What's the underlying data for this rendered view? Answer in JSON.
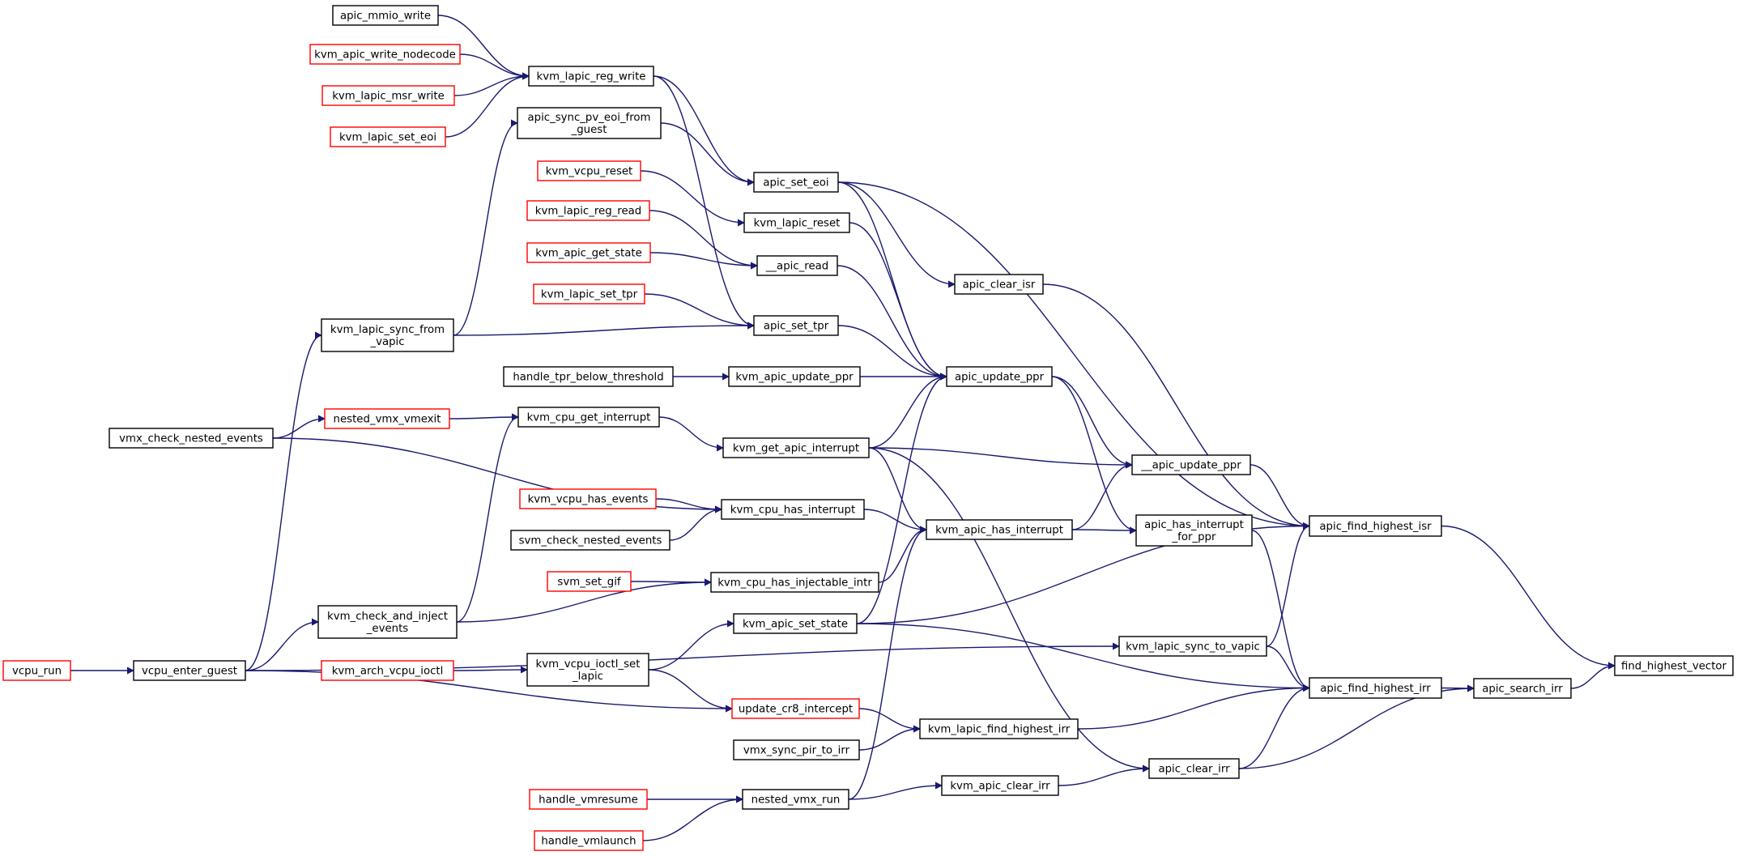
{
  "colors": {
    "edge": "#191970",
    "node_border_default": "#000000",
    "node_border_truncated": "#ff0000",
    "root_fill": "#bfbfbf",
    "node_fill": "#ffffff",
    "background": "#ffffff"
  },
  "nodes": [
    {
      "id": "find_highest_vector",
      "lines": [
        "find_highest_vector"
      ],
      "style": "root"
    },
    {
      "id": "apic_search_irr",
      "lines": [
        "apic_search_irr"
      ],
      "style": "default"
    },
    {
      "id": "apic_find_highest_isr",
      "lines": [
        "apic_find_highest_isr"
      ],
      "style": "default"
    },
    {
      "id": "apic_find_highest_irr",
      "lines": [
        "apic_find_highest_irr"
      ],
      "style": "default"
    },
    {
      "id": "apic_clear_irr",
      "lines": [
        "apic_clear_irr"
      ],
      "style": "default"
    },
    {
      "id": "apic_has_interrupt_for_ppr",
      "lines": [
        "apic_has_interrupt",
        "_for_ppr"
      ],
      "style": "default"
    },
    {
      "id": "kvm_lapic_sync_to_vapic",
      "lines": [
        "kvm_lapic_sync_to_vapic"
      ],
      "style": "default"
    },
    {
      "id": "__apic_update_ppr",
      "lines": [
        "__apic_update_ppr"
      ],
      "style": "default"
    },
    {
      "id": "apic_clear_isr",
      "lines": [
        "apic_clear_isr"
      ],
      "style": "default"
    },
    {
      "id": "apic_set_eoi",
      "lines": [
        "apic_set_eoi"
      ],
      "style": "default"
    },
    {
      "id": "apic_update_ppr",
      "lines": [
        "apic_update_ppr"
      ],
      "style": "default"
    },
    {
      "id": "kvm_apic_has_interrupt",
      "lines": [
        "kvm_apic_has_interrupt"
      ],
      "style": "default"
    },
    {
      "id": "kvm_lapic_find_highest_irr",
      "lines": [
        "kvm_lapic_find_highest_irr"
      ],
      "style": "default"
    },
    {
      "id": "kvm_apic_clear_irr",
      "lines": [
        "kvm_apic_clear_irr"
      ],
      "style": "default"
    },
    {
      "id": "kvm_apic_set_state",
      "lines": [
        "kvm_apic_set_state"
      ],
      "style": "default"
    },
    {
      "id": "kvm_get_apic_interrupt",
      "lines": [
        "kvm_get_apic_interrupt"
      ],
      "style": "default"
    },
    {
      "id": "kvm_cpu_has_interrupt",
      "lines": [
        "kvm_cpu_has_interrupt"
      ],
      "style": "default"
    },
    {
      "id": "kvm_cpu_has_injectable_intr",
      "lines": [
        "kvm_cpu_has_injectable_intr"
      ],
      "style": "default"
    },
    {
      "id": "kvm_apic_update_ppr",
      "lines": [
        "kvm_apic_update_ppr"
      ],
      "style": "default"
    },
    {
      "id": "apic_set_tpr",
      "lines": [
        "apic_set_tpr"
      ],
      "style": "default"
    },
    {
      "id": "__apic_read",
      "lines": [
        "__apic_read"
      ],
      "style": "default"
    },
    {
      "id": "kvm_lapic_reset",
      "lines": [
        "kvm_lapic_reset"
      ],
      "style": "default"
    },
    {
      "id": "apic_sync_pv_eoi_from_guest",
      "lines": [
        "apic_sync_pv_eoi_from",
        "_guest"
      ],
      "style": "default"
    },
    {
      "id": "kvm_lapic_reg_write",
      "lines": [
        "kvm_lapic_reg_write"
      ],
      "style": "default"
    },
    {
      "id": "apic_mmio_write",
      "lines": [
        "apic_mmio_write"
      ],
      "style": "default"
    },
    {
      "id": "kvm_apic_write_nodecode",
      "lines": [
        "kvm_apic_write_nodecode"
      ],
      "style": "truncated"
    },
    {
      "id": "kvm_lapic_msr_write",
      "lines": [
        "kvm_lapic_msr_write"
      ],
      "style": "truncated"
    },
    {
      "id": "kvm_lapic_set_eoi",
      "lines": [
        "kvm_lapic_set_eoi"
      ],
      "style": "truncated"
    },
    {
      "id": "kvm_vcpu_reset",
      "lines": [
        "kvm_vcpu_reset"
      ],
      "style": "truncated"
    },
    {
      "id": "kvm_lapic_reg_read",
      "lines": [
        "kvm_lapic_reg_read"
      ],
      "style": "truncated"
    },
    {
      "id": "kvm_apic_get_state",
      "lines": [
        "kvm_apic_get_state"
      ],
      "style": "truncated"
    },
    {
      "id": "kvm_lapic_set_tpr",
      "lines": [
        "kvm_lapic_set_tpr"
      ],
      "style": "truncated"
    },
    {
      "id": "kvm_lapic_sync_from_vapic",
      "lines": [
        "kvm_lapic_sync_from",
        "_vapic"
      ],
      "style": "default"
    },
    {
      "id": "handle_tpr_below_threshold",
      "lines": [
        "handle_tpr_below_threshold"
      ],
      "style": "default"
    },
    {
      "id": "nested_vmx_vmexit",
      "lines": [
        "nested_vmx_vmexit"
      ],
      "style": "truncated"
    },
    {
      "id": "kvm_cpu_get_interrupt",
      "lines": [
        "kvm_cpu_get_interrupt"
      ],
      "style": "default"
    },
    {
      "id": "vmx_check_nested_events",
      "lines": [
        "vmx_check_nested_events"
      ],
      "style": "default"
    },
    {
      "id": "kvm_vcpu_has_events",
      "lines": [
        "kvm_vcpu_has_events"
      ],
      "style": "truncated"
    },
    {
      "id": "svm_check_nested_events",
      "lines": [
        "svm_check_nested_events"
      ],
      "style": "default"
    },
    {
      "id": "svm_set_gif",
      "lines": [
        "svm_set_gif"
      ],
      "style": "truncated"
    },
    {
      "id": "kvm_check_and_inject_events",
      "lines": [
        "kvm_check_and_inject",
        "_events"
      ],
      "style": "default"
    },
    {
      "id": "kvm_vcpu_ioctl_set_lapic",
      "lines": [
        "kvm_vcpu_ioctl_set",
        "_lapic"
      ],
      "style": "default"
    },
    {
      "id": "kvm_arch_vcpu_ioctl",
      "lines": [
        "kvm_arch_vcpu_ioctl"
      ],
      "style": "truncated"
    },
    {
      "id": "vcpu_enter_guest",
      "lines": [
        "vcpu_enter_guest"
      ],
      "style": "default"
    },
    {
      "id": "vcpu_run",
      "lines": [
        "vcpu_run"
      ],
      "style": "truncated"
    },
    {
      "id": "update_cr8_intercept",
      "lines": [
        "update_cr8_intercept"
      ],
      "style": "truncated"
    },
    {
      "id": "vmx_sync_pir_to_irr",
      "lines": [
        "vmx_sync_pir_to_irr"
      ],
      "style": "default"
    },
    {
      "id": "nested_vmx_run",
      "lines": [
        "nested_vmx_run"
      ],
      "style": "default"
    },
    {
      "id": "handle_vmresume",
      "lines": [
        "handle_vmresume"
      ],
      "style": "truncated"
    },
    {
      "id": "handle_vmlaunch",
      "lines": [
        "handle_vmlaunch"
      ],
      "style": "truncated"
    }
  ],
  "edges": [
    [
      "apic_search_irr",
      "find_highest_vector"
    ],
    [
      "apic_find_highest_isr",
      "find_highest_vector"
    ],
    [
      "apic_find_highest_irr",
      "apic_search_irr"
    ],
    [
      "apic_clear_irr",
      "apic_search_irr"
    ],
    [
      "apic_clear_irr",
      "apic_find_highest_irr"
    ],
    [
      "apic_has_interrupt_for_ppr",
      "apic_find_highest_irr"
    ],
    [
      "kvm_lapic_sync_to_vapic",
      "apic_find_highest_irr"
    ],
    [
      "kvm_lapic_sync_to_vapic",
      "apic_find_highest_isr"
    ],
    [
      "__apic_update_ppr",
      "apic_find_highest_isr"
    ],
    [
      "apic_clear_isr",
      "apic_find_highest_isr"
    ],
    [
      "apic_set_eoi",
      "apic_find_highest_isr"
    ],
    [
      "kvm_apic_set_state",
      "apic_find_highest_isr"
    ],
    [
      "kvm_apic_set_state",
      "apic_find_highest_irr"
    ],
    [
      "kvm_lapic_find_highest_irr",
      "apic_find_highest_irr"
    ],
    [
      "kvm_apic_clear_irr",
      "apic_clear_irr"
    ],
    [
      "kvm_get_apic_interrupt",
      "apic_clear_irr"
    ],
    [
      "kvm_apic_has_interrupt",
      "apic_has_interrupt_for_ppr"
    ],
    [
      "apic_update_ppr",
      "apic_has_interrupt_for_ppr"
    ],
    [
      "kvm_apic_has_interrupt",
      "__apic_update_ppr"
    ],
    [
      "apic_update_ppr",
      "__apic_update_ppr"
    ],
    [
      "kvm_get_apic_interrupt",
      "__apic_update_ppr"
    ],
    [
      "apic_set_eoi",
      "apic_clear_isr"
    ],
    [
      "apic_set_eoi",
      "apic_update_ppr"
    ],
    [
      "kvm_lapic_reset",
      "apic_update_ppr"
    ],
    [
      "__apic_read",
      "apic_update_ppr"
    ],
    [
      "apic_set_tpr",
      "apic_update_ppr"
    ],
    [
      "kvm_apic_update_ppr",
      "apic_update_ppr"
    ],
    [
      "kvm_get_apic_interrupt",
      "apic_update_ppr"
    ],
    [
      "kvm_apic_set_state",
      "apic_update_ppr"
    ],
    [
      "kvm_cpu_has_interrupt",
      "kvm_apic_has_interrupt"
    ],
    [
      "kvm_cpu_has_injectable_intr",
      "kvm_apic_has_interrupt"
    ],
    [
      "kvm_get_apic_interrupt",
      "kvm_apic_has_interrupt"
    ],
    [
      "nested_vmx_run",
      "kvm_apic_has_interrupt"
    ],
    [
      "update_cr8_intercept",
      "kvm_lapic_find_highest_irr"
    ],
    [
      "vmx_sync_pir_to_irr",
      "kvm_lapic_find_highest_irr"
    ],
    [
      "nested_vmx_run",
      "kvm_apic_clear_irr"
    ],
    [
      "kvm_vcpu_ioctl_set_lapic",
      "kvm_apic_set_state"
    ],
    [
      "kvm_cpu_get_interrupt",
      "kvm_get_apic_interrupt"
    ],
    [
      "kvm_vcpu_has_events",
      "kvm_cpu_has_interrupt"
    ],
    [
      "svm_check_nested_events",
      "kvm_cpu_has_interrupt"
    ],
    [
      "vmx_check_nested_events",
      "kvm_cpu_has_interrupt"
    ],
    [
      "svm_set_gif",
      "kvm_cpu_has_injectable_intr"
    ],
    [
      "kvm_check_and_inject_events",
      "kvm_cpu_has_injectable_intr"
    ],
    [
      "handle_tpr_below_threshold",
      "kvm_apic_update_ppr"
    ],
    [
      "kvm_lapic_set_tpr",
      "apic_set_tpr"
    ],
    [
      "kvm_lapic_sync_from_vapic",
      "apic_set_tpr"
    ],
    [
      "kvm_lapic_reg_write",
      "apic_set_tpr"
    ],
    [
      "kvm_lapic_reg_read",
      "__apic_read"
    ],
    [
      "kvm_apic_get_state",
      "__apic_read"
    ],
    [
      "kvm_vcpu_reset",
      "kvm_lapic_reset"
    ],
    [
      "kvm_lapic_reg_write",
      "apic_set_eoi"
    ],
    [
      "apic_sync_pv_eoi_from_guest",
      "apic_set_eoi"
    ],
    [
      "apic_mmio_write",
      "kvm_lapic_reg_write"
    ],
    [
      "kvm_apic_write_nodecode",
      "kvm_lapic_reg_write"
    ],
    [
      "kvm_lapic_msr_write",
      "kvm_lapic_reg_write"
    ],
    [
      "kvm_lapic_set_eoi",
      "kvm_lapic_reg_write"
    ],
    [
      "kvm_lapic_sync_from_vapic",
      "apic_sync_pv_eoi_from_guest"
    ],
    [
      "vcpu_enter_guest",
      "kvm_lapic_sync_from_vapic"
    ],
    [
      "nested_vmx_vmexit",
      "kvm_cpu_get_interrupt"
    ],
    [
      "kvm_check_and_inject_events",
      "kvm_cpu_get_interrupt"
    ],
    [
      "vmx_check_nested_events",
      "nested_vmx_vmexit"
    ],
    [
      "vcpu_enter_guest",
      "kvm_check_and_inject_events"
    ],
    [
      "vcpu_enter_guest",
      "kvm_lapic_sync_to_vapic"
    ],
    [
      "vcpu_enter_guest",
      "update_cr8_intercept"
    ],
    [
      "kvm_vcpu_ioctl_set_lapic",
      "update_cr8_intercept"
    ],
    [
      "kvm_arch_vcpu_ioctl",
      "kvm_vcpu_ioctl_set_lapic"
    ],
    [
      "vcpu_run",
      "vcpu_enter_guest"
    ],
    [
      "handle_vmresume",
      "nested_vmx_run"
    ],
    [
      "handle_vmlaunch",
      "nested_vmx_run"
    ]
  ]
}
